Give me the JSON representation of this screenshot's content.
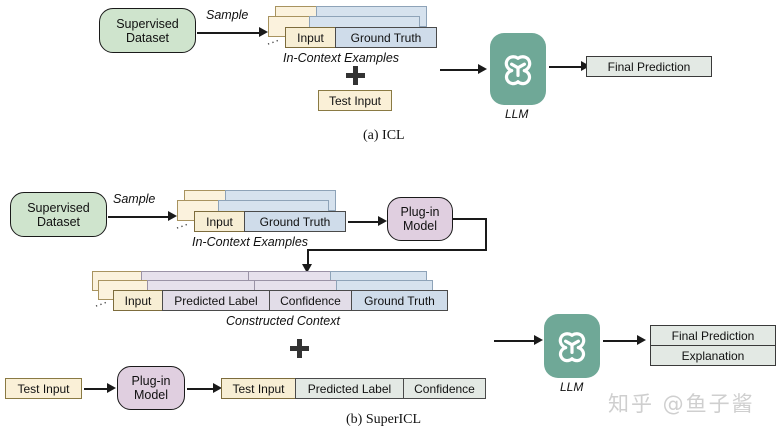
{
  "figure": {
    "caption_a": "(a) ICL",
    "caption_b": "(b) SuperICL",
    "watermark": "知乎 @鱼子酱"
  },
  "colors": {
    "dataset_fill": "#cfe4cd",
    "plugin_fill": "#e0cfe0",
    "input_fill": "#f7eed4",
    "ground_truth_fill": "#cfdcea",
    "predicted_fill": "#e2dde8",
    "llm_tile": "#6fa897",
    "output_fill": "#e3e9e4"
  },
  "icl": {
    "dataset_label": "Supervised\nDataset",
    "dataset_line1": "Supervised",
    "dataset_line2": "Dataset",
    "sample_label": "Sample",
    "example_segments": [
      "Input",
      "Ground Truth"
    ],
    "examples_caption": "In-Context Examples",
    "plus": "+",
    "test_input_label": "Test Input",
    "llm_label": "LLM",
    "llm_icon": "openai-logo-icon",
    "output_label": "Final Prediction",
    "dots": "."
  },
  "supericl": {
    "dataset_line1": "Supervised",
    "dataset_line2": "Dataset",
    "sample_label": "Sample",
    "example_segments": [
      "Input",
      "Ground Truth"
    ],
    "examples_caption": "In-Context Examples",
    "plugin_line1": "Plug-in",
    "plugin_line2": "Model",
    "context_segments": [
      "Input",
      "Predicted Label",
      "Confidence",
      "Ground Truth"
    ],
    "context_caption": "Constructed Context",
    "plus": "+",
    "test_input_label": "Test Input",
    "plugin2_line1": "Plug-in",
    "plugin2_line2": "Model",
    "test_strip_segments": [
      "Test Input",
      "Predicted Label",
      "Confidence"
    ],
    "llm_label": "LLM",
    "llm_icon": "openai-logo-icon",
    "output_rows": [
      "Final Prediction",
      "Explanation"
    ]
  }
}
